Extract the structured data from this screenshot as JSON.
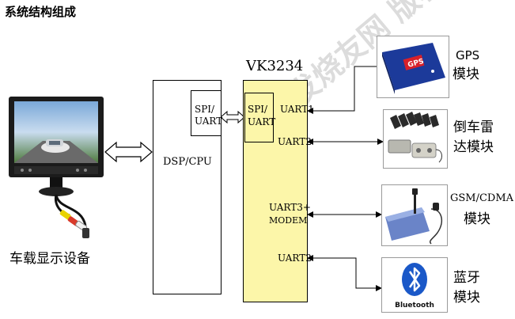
{
  "title": "系统结构组成",
  "watermark": "电子发烧友网 版权所有",
  "display": {
    "label": "车载显示设备"
  },
  "dsp": {
    "label": "DSP/CPU",
    "port_line1": "SPI/",
    "port_line2": "UART"
  },
  "vk": {
    "name": "VK3234",
    "spi_line1": "SPI/",
    "spi_line2": "UART",
    "ports": {
      "uart1": "UART1",
      "uart2_top": "UART2",
      "uart3_line1": "UART3+",
      "uart3_line2": "MODEM",
      "uart2_bottom": "UART2"
    }
  },
  "modules": {
    "gps": {
      "line1": "GPS",
      "line2": "模块",
      "device_text": "GPS"
    },
    "radar": {
      "line1": "倒车雷",
      "line2": "达模块"
    },
    "gsm": {
      "line1": "GSM/CDMA",
      "line2": "模块"
    },
    "bt": {
      "line1": "蓝牙",
      "line2": "模块",
      "device_text": "Bluetooth"
    }
  },
  "colors": {
    "vk_fill": "#fcf6a9",
    "gps_device": "#1c3a9a",
    "bluetooth": "#1a58c8",
    "watermark": "#dcdcdc"
  }
}
